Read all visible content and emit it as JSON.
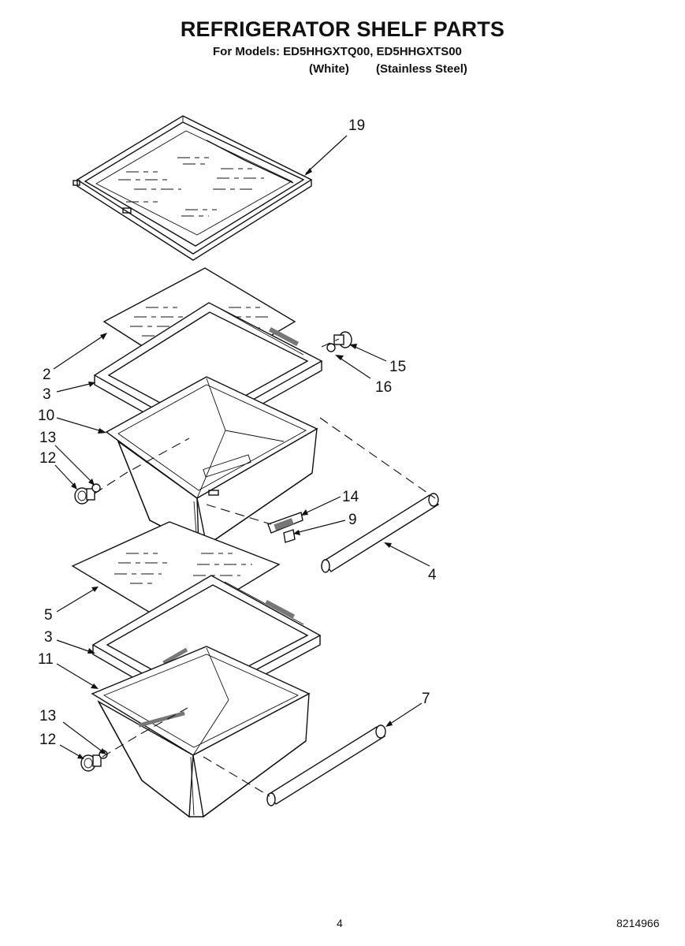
{
  "header": {
    "title": "REFRIGERATOR SHELF PARTS",
    "models_line": "For Models: ED5HHGXTQ00, ED5HHGXTS00",
    "variant_white": "(White)",
    "variant_stainless": "(Stainless Steel)"
  },
  "callouts": {
    "c19": "19",
    "c2": "2",
    "c3_upper": "3",
    "c10": "10",
    "c13_upper": "13",
    "c12_upper": "12",
    "c15": "15",
    "c16": "16",
    "c14": "14",
    "c9": "9",
    "c4": "4",
    "c5": "5",
    "c3_lower": "3",
    "c11": "11",
    "c13_lower": "13",
    "c12_lower": "12",
    "c7": "7"
  },
  "footer": {
    "page_number": "4",
    "doc_number": "8214966"
  }
}
